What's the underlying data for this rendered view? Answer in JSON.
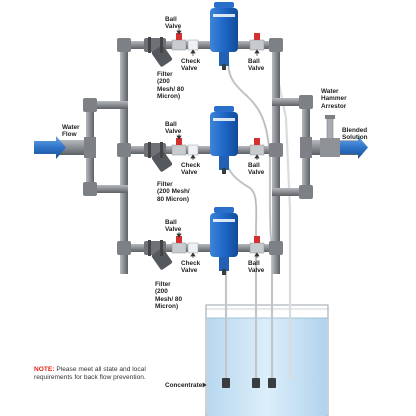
{
  "labels": {
    "ball_valve": "Ball\nValve",
    "check_valve": "Check\nValve",
    "filter": "Filter\n(200\nMesh/ 80\nMicron)",
    "filter_mid": "Filter\n(200 Mesh/\n80 Micron)",
    "water_flow": "Water\nFlow",
    "water_hammer_arrestor": "Water\nHammer\nArrestor",
    "blended_solution": "Blended\nSolution",
    "concentrate": "Concentrate"
  },
  "note": {
    "prefix": "NOTE:",
    "text": " Please meet all state and local requirements for back flow prevention."
  },
  "colors": {
    "pipe": "#8c9095",
    "pump": "#1f67c7",
    "valve_red": "#d33030",
    "tank_water": "#c7e2f4"
  }
}
